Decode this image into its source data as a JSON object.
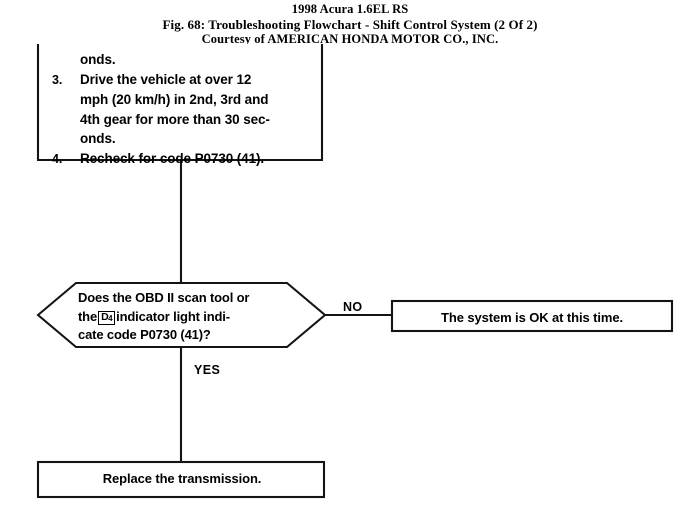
{
  "header": {
    "line1": "1998 Acura 1.6EL RS",
    "line2": "Fig. 68: Troubleshooting Flowchart - Shift Control System (2 Of 2)",
    "line3": "Courtesy of AMERICAN HONDA MOTOR CO., INC."
  },
  "flowchart": {
    "step_box": {
      "name": "procedure-steps-box",
      "clipped_top": true,
      "lines": [
        {
          "number": "",
          "text": "onds."
        },
        {
          "number": "3.",
          "text": "Drive the vehicle at over 12"
        },
        {
          "number": "",
          "text": "mph (20 km/h) in 2nd, 3rd and"
        },
        {
          "number": "",
          "text": "4th gear for more than 30 sec-"
        },
        {
          "number": "",
          "text": "onds."
        },
        {
          "number": "4.",
          "text": "Recheck for code P0730 (41)."
        }
      ]
    },
    "decision": {
      "name": "decision-hexagon",
      "line1_before": "Does the OBD II scan tool or",
      "line2_before": "the",
      "indicator_symbol": "D4",
      "line2_after": "indicator light indi-",
      "line3": "cate code P0730 (41)?",
      "full_text": "Does the OBD II scan tool or the D4 indicator light indicate code P0730 (41)?"
    },
    "edges": {
      "no_label": "NO",
      "yes_label": "YES"
    },
    "ok_box": {
      "name": "system-ok-box",
      "text": "The system is OK at this time."
    },
    "replace_box": {
      "name": "replace-transmission-box",
      "text": "Replace the transmission."
    }
  },
  "colors": {
    "background": "#ffffff",
    "ink": "#000000",
    "line": "#1a1a1a"
  }
}
